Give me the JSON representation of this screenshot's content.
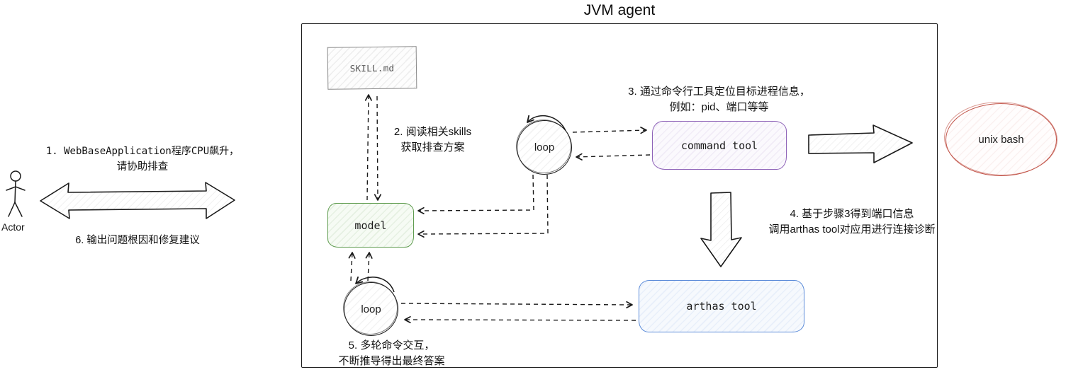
{
  "title": "JVM agent",
  "actor": {
    "label": "Actor"
  },
  "annotations": {
    "step1_line1": "1. WebBaseApplication程序CPU飙升，",
    "step1_line2": "请协助排查",
    "step2_line1": "2. 阅读相关skills",
    "step2_line2": "获取排查方案",
    "step3_line1": "3. 通过命令行工具定位目标进程信息，",
    "step3_line2": "例如：pid、端口等等",
    "step4_line1": "4. 基于步骤3得到端口信息",
    "step4_line2": "调用arthas tool对应用进行连接诊断",
    "step5_line1": "5. 多轮命令交互，",
    "step5_line2": "不断推导得出最终答案",
    "step6": "6. 输出问题根因和修复建议"
  },
  "nodes": {
    "skill_file": {
      "label": "SKILL.md",
      "border_color": "#8a8a8a"
    },
    "model": {
      "label": "model",
      "border_color": "#5f9c4f",
      "fill_color": "#f6fbf4"
    },
    "command_tool": {
      "label": "command tool",
      "border_color": "#8e63b8",
      "fill_color": "#fbf9fd"
    },
    "arthas_tool": {
      "label": "arthas tool",
      "border_color": "#5b8bd9",
      "fill_color": "#f6f9fd"
    },
    "unix_bash": {
      "label": "unix bash",
      "border_color": "#c2554a",
      "fill_color": "#fffdfd"
    },
    "loop_top": {
      "label": "loop"
    },
    "loop_bottom": {
      "label": "loop"
    }
  }
}
